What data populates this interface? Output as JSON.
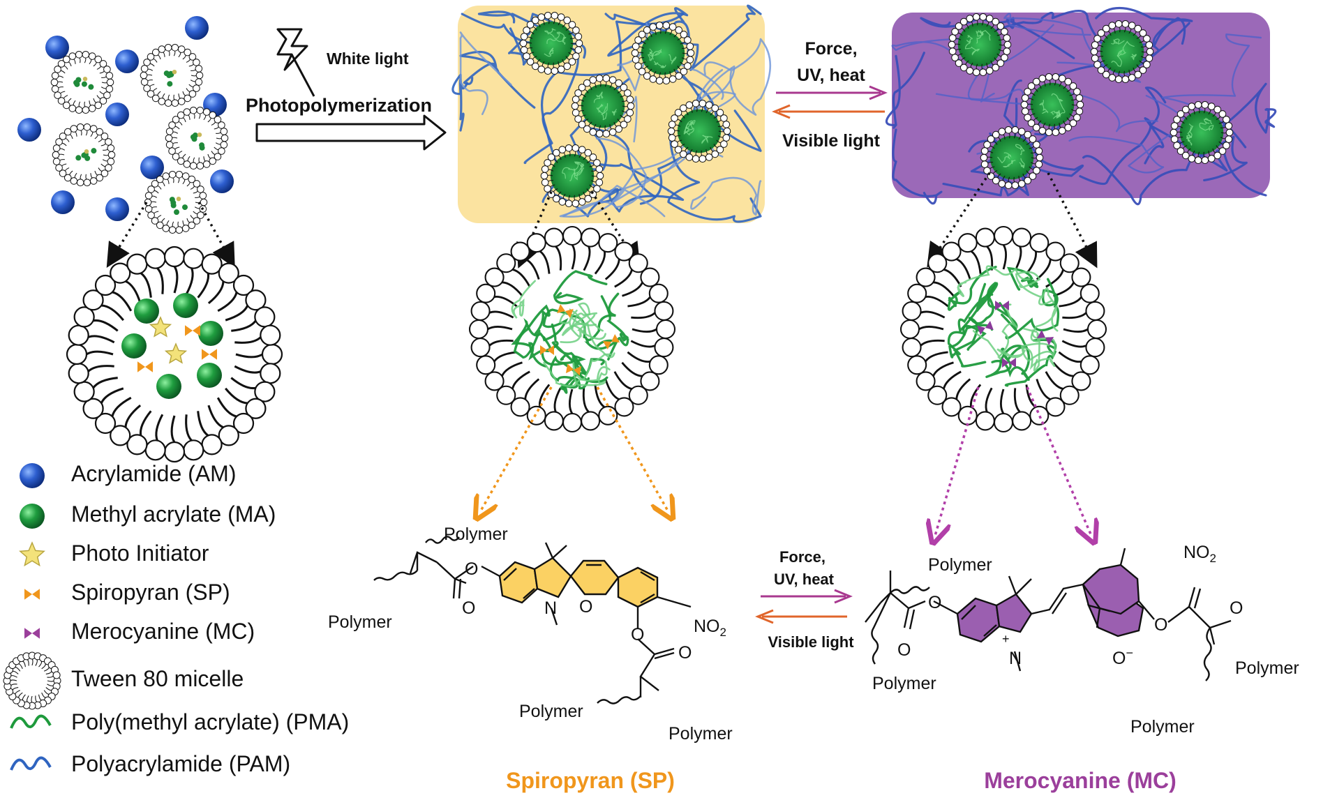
{
  "arrows": {
    "white_light": "White light",
    "photopolymerization": "Photopolymerization",
    "top_forward": "Force,\nUV, heat",
    "top_forward_line1": "Force,",
    "top_forward_line2": "UV, heat",
    "top_reverse": "Visible light",
    "bottom_forward_line1": "Force,",
    "bottom_forward_line2": "UV, heat",
    "bottom_reverse": "Visible light"
  },
  "legend": {
    "items": [
      {
        "label": "Acrylamide (AM)",
        "icon": "blue-sphere-icon"
      },
      {
        "label": "Methyl acrylate (MA)",
        "icon": "green-sphere-icon"
      },
      {
        "label": "Photo Initiator",
        "icon": "star-icon"
      },
      {
        "label": "Spiropyran (SP)",
        "icon": "orange-bowtie-icon"
      },
      {
        "label": "Merocyanine (MC)",
        "icon": "purple-bowtie-icon"
      },
      {
        "label": "Tween 80 micelle",
        "icon": "micelle-icon"
      },
      {
        "label": "Poly(methyl acrylate) (PMA)",
        "icon": "green-wave-icon"
      },
      {
        "label": "Polyacrylamide (PAM)",
        "icon": "blue-wave-icon"
      }
    ]
  },
  "structures": {
    "sp": {
      "title": "Spiropyran (SP)",
      "polymer": "Polymer",
      "o": "O",
      "n": "N",
      "no2": "NO",
      "no2_sub": "2"
    },
    "mc": {
      "title": "Merocyanine (MC)",
      "polymer": "Polymer",
      "o": "O",
      "n": "N",
      "plus": "+",
      "ominus": "O",
      "minus": "−",
      "no2": "NO",
      "no2_sub": "2"
    }
  },
  "colors": {
    "sp_box": "#fbe3a0",
    "mc_box": "#9b69b8",
    "sp_accent": "#f0961c",
    "mc_accent": "#9b3f9b",
    "sp_ring": "#fbd163",
    "mc_ring": "#9b5fb0",
    "pam_blue": "#2f64c0",
    "pma_green": "#1e9a3c",
    "forward_arrow": "#a8388f",
    "reverse_arrow": "#e0652b"
  }
}
